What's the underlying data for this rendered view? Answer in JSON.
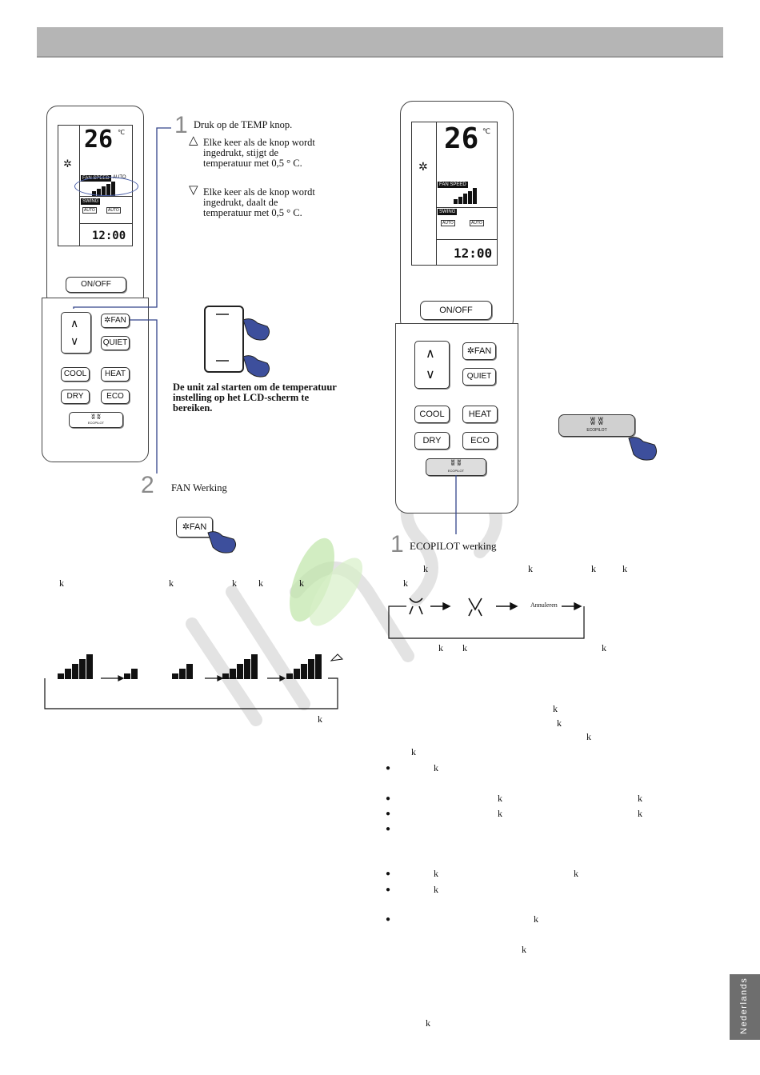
{
  "lcd": {
    "temperature": "26",
    "temp_unit": "℃",
    "fan_speed_label": "FAN SPEED",
    "auto_label": "AUTO",
    "swing_label": "SWING",
    "swing_auto": "AUTO",
    "clock": "12:00"
  },
  "remote_buttons": {
    "onoff": "ON/OFF",
    "up": "∧",
    "down": "∨",
    "fan": "✲FAN",
    "quiet": "QUIET",
    "cool": "COOL",
    "heat": "HEAT",
    "dry": "DRY",
    "eco": "ECO",
    "ecopilot": "ECOPILOT"
  },
  "left": {
    "step1": {
      "num": "1",
      "title": "Druk op de TEMP knop.",
      "up_text": [
        "Elke keer als de knop wordt",
        "ingedrukt, stijgt de",
        "temperatuur met 0,5 ° C."
      ],
      "down_text": [
        "Elke keer als de knop wordt",
        "ingedrukt, daalt de",
        "temperatuur met 0,5 ° C."
      ],
      "result_text": [
        "De unit zal starten om de temperatuur",
        "instelling op het LCD-scherm te",
        "bereiken."
      ]
    },
    "step2": {
      "num": "2",
      "title": "FAN Werking",
      "button_label": "✲FAN"
    }
  },
  "right": {
    "step1": {
      "num": "1",
      "title": "ECOPILOT werking"
    },
    "cycle_end_label": "Annuleren",
    "ecopilot_button_label": "ECOPILOT"
  },
  "side_tab": "Nederlands"
}
